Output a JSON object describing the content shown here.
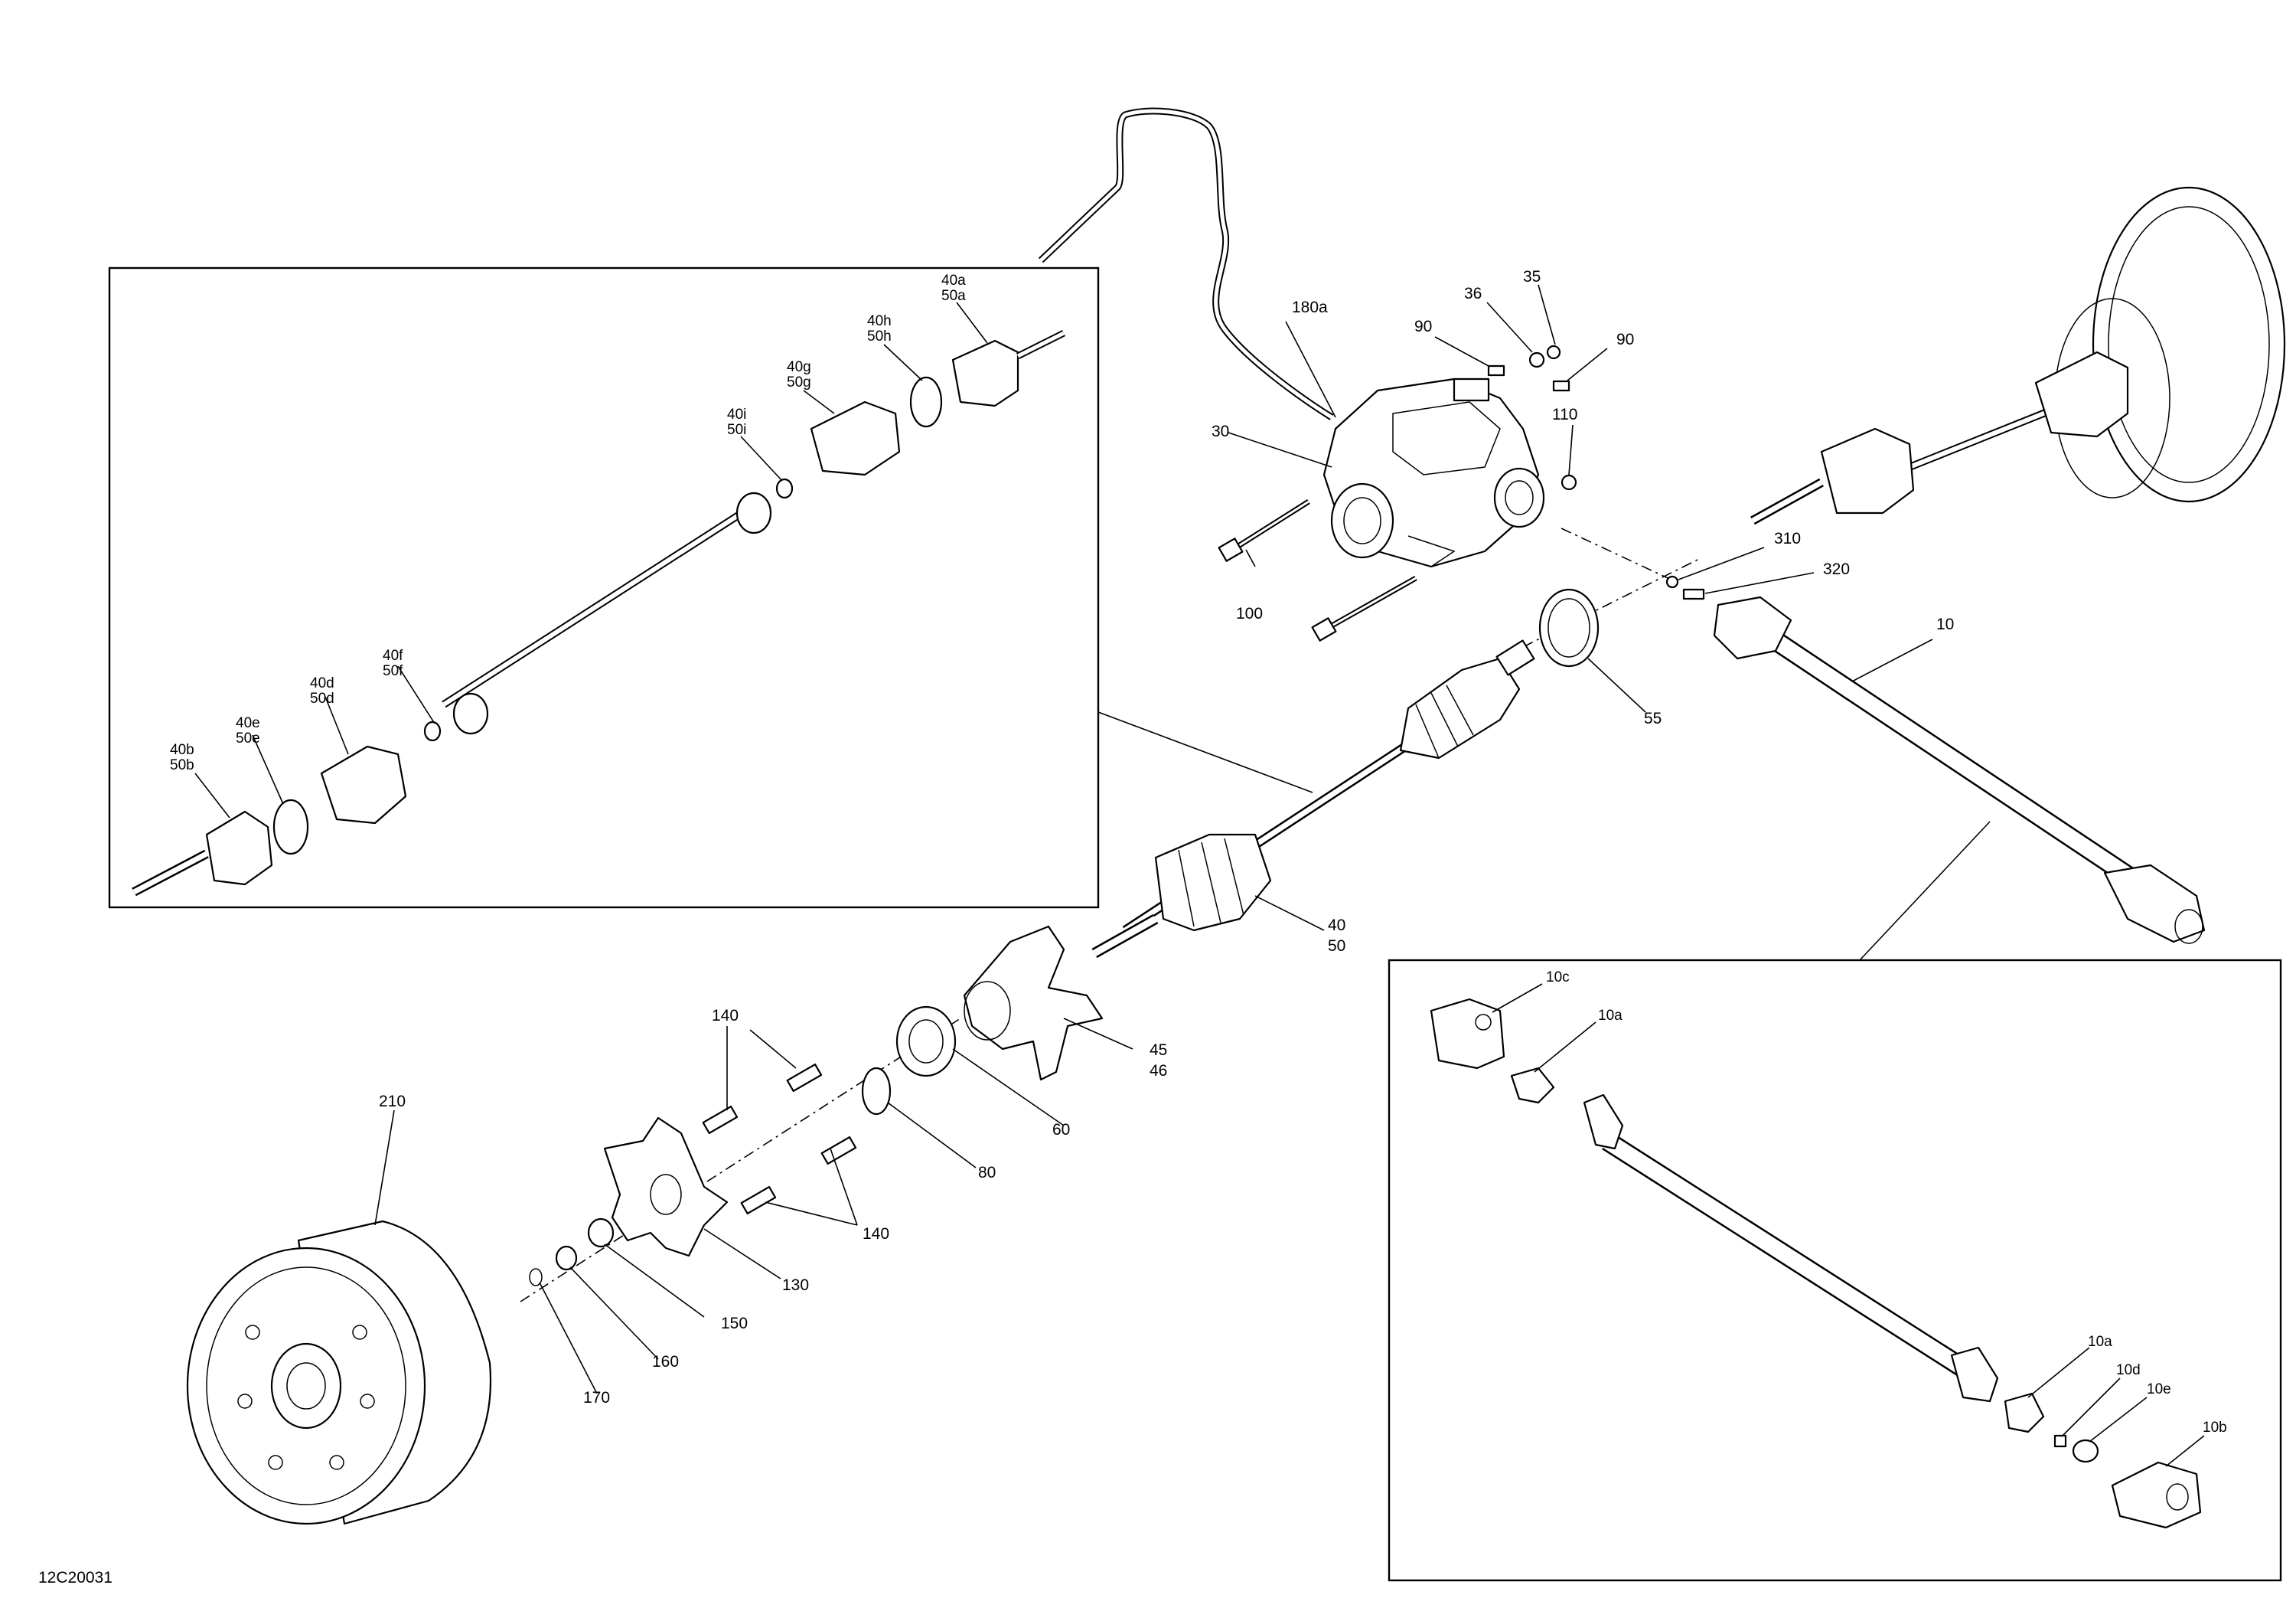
{
  "diagram": {
    "drawing_code": "12C20031",
    "labels": {
      "l10": "10",
      "l10c": "10c",
      "l10a_top": "10a",
      "l10a_bot": "10a",
      "l10d": "10d",
      "l10e": "10e",
      "l10b": "10b",
      "l30": "30",
      "l35": "35",
      "l36": "36",
      "l40": "40",
      "l50": "50",
      "l45": "45",
      "l46": "46",
      "l55": "55",
      "l60": "60",
      "l80": "80",
      "l90a": "90",
      "l90b": "90",
      "l100": "100",
      "l110": "110",
      "l130": "130",
      "l140a": "140",
      "l140b": "140",
      "l150": "150",
      "l160": "160",
      "l170": "170",
      "l180a": "180a",
      "l210": "210",
      "l310": "310",
      "l320": "320",
      "l40a": "40a",
      "l50a": "50a",
      "l40h": "40h",
      "l50h": "50h",
      "l40g": "40g",
      "l50g": "50g",
      "l40i": "40i",
      "l50i": "50i",
      "l40f": "40f",
      "l50f": "50f",
      "l40d": "40d",
      "l50d": "50d",
      "l40e": "40e",
      "l50e": "50e",
      "l40b": "40b",
      "l50b": "50b"
    }
  }
}
